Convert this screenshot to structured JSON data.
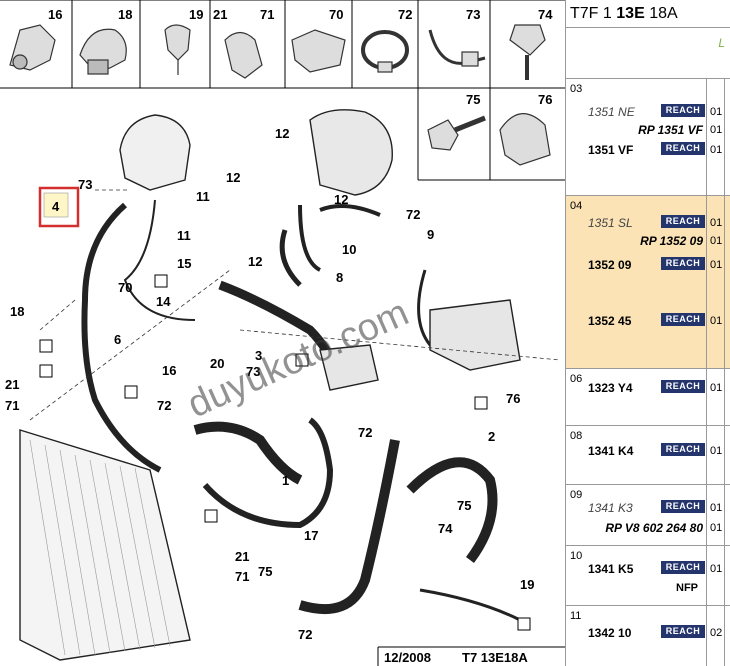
{
  "diagram": {
    "thumbnails": [
      "16",
      "18",
      "19",
      "21",
      "71",
      "70",
      "72",
      "73",
      "74",
      "75",
      "76"
    ],
    "callouts": {
      "c4": "4",
      "c73a": "73",
      "c12a": "12",
      "c12b": "12",
      "c12c": "12",
      "c12d": "12",
      "c11a": "11",
      "c11b": "11",
      "c15": "15",
      "c10": "10",
      "c8": "8",
      "c72a": "72",
      "c9": "9",
      "c70": "70",
      "c14": "14",
      "c6": "6",
      "c18": "18",
      "c20": "20",
      "c3": "3",
      "c73b": "73",
      "c21a": "21",
      "c71a": "71",
      "c16": "16",
      "c72b": "72",
      "c76": "76",
      "c72c": "72",
      "c2": "2",
      "c1": "1",
      "c17": "17",
      "c75a": "75",
      "c74": "74",
      "c21b": "21",
      "c71b": "71",
      "c75b": "75",
      "c19": "19",
      "c72d": "72"
    },
    "watermark": "duyukoto.com",
    "footer_date": "12/2008",
    "footer_code": "T7 13E18A"
  },
  "panel": {
    "title_a": "T7F",
    "title_b": "1",
    "title_c": "13E",
    "title_d": "18A",
    "green_mark": "L",
    "rows": [
      {
        "num": "03",
        "lines": [
          {
            "ref": "1351 NE",
            "style": "it",
            "badge": "REACH",
            "qty": "01"
          },
          {
            "alt": "RP 1351 VF",
            "qty": "01"
          },
          {
            "ref": "1351 VF",
            "style": "b",
            "badge": "REACH",
            "qty": "01"
          }
        ]
      },
      {
        "num": "04",
        "lines": [
          {
            "ref": "1351 SL",
            "style": "it",
            "badge": "REACH",
            "qty": "01"
          },
          {
            "alt": "RP 1352 09",
            "qty": "01"
          },
          {
            "ref": "1352 09",
            "style": "b",
            "badge": "REACH",
            "qty": "01"
          },
          {
            "ref": "1352 45",
            "style": "b",
            "badge": "REACH",
            "qty": "01"
          }
        ]
      },
      {
        "num": "06",
        "lines": [
          {
            "ref": "1323 Y4",
            "style": "b",
            "badge": "REACH",
            "qty": "01"
          }
        ]
      },
      {
        "num": "08",
        "lines": [
          {
            "ref": "1341 K4",
            "style": "b",
            "badge": "REACH",
            "qty": "01"
          }
        ]
      },
      {
        "num": "09",
        "lines": [
          {
            "ref": "1341 K3",
            "style": "it",
            "badge": "REACH",
            "qty": "01"
          },
          {
            "alt": "RP V8 602 264 80",
            "qty": "01"
          }
        ]
      },
      {
        "num": "10",
        "lines": [
          {
            "ref": "1341 K5",
            "style": "b",
            "badge": "REACH",
            "qty": "01"
          },
          {
            "nfp": "NFP"
          }
        ]
      },
      {
        "num": "11",
        "lines": [
          {
            "ref": "1342 10",
            "style": "b",
            "badge": "REACH",
            "qty": "02"
          }
        ]
      }
    ]
  }
}
